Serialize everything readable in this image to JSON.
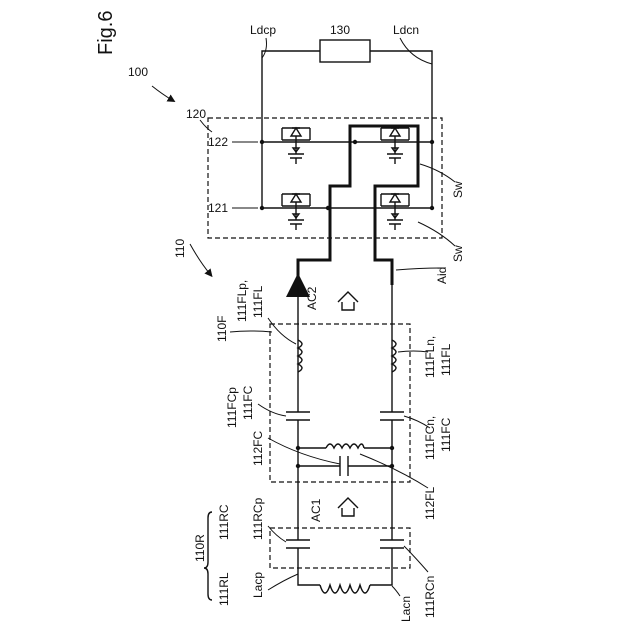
{
  "figure_label": "Fig.6",
  "refs": {
    "r100": "100",
    "r110": "110",
    "r120": "120",
    "r121": "121",
    "r122": "122",
    "r130": "130",
    "ldcp": "Ldcp",
    "ldcn": "Ldcn",
    "sw_top": "Sw",
    "sw_bottom": "Sw",
    "aid": "Aid",
    "ac2": "AC2",
    "ac1": "AC1",
    "r110f": "110F",
    "flp": "111FLp,",
    "flp_group": "111FL",
    "fln": "111FLn,",
    "fln_group": "111FL",
    "fcp": "111FCp",
    "fcp_group": "111FC",
    "fcn": "111FCn,",
    "fcn_group": "111FC",
    "r112fc": "112FC",
    "r112fl": "112FL",
    "r110r": "110R",
    "rl": "111RL",
    "rc": "111RC",
    "rcp": "111RCp",
    "rcn": "111RCn",
    "lacp": "Lacp",
    "lacn": "Lacn"
  },
  "colors": {
    "ink": "#111111",
    "background": "#ffffff"
  }
}
